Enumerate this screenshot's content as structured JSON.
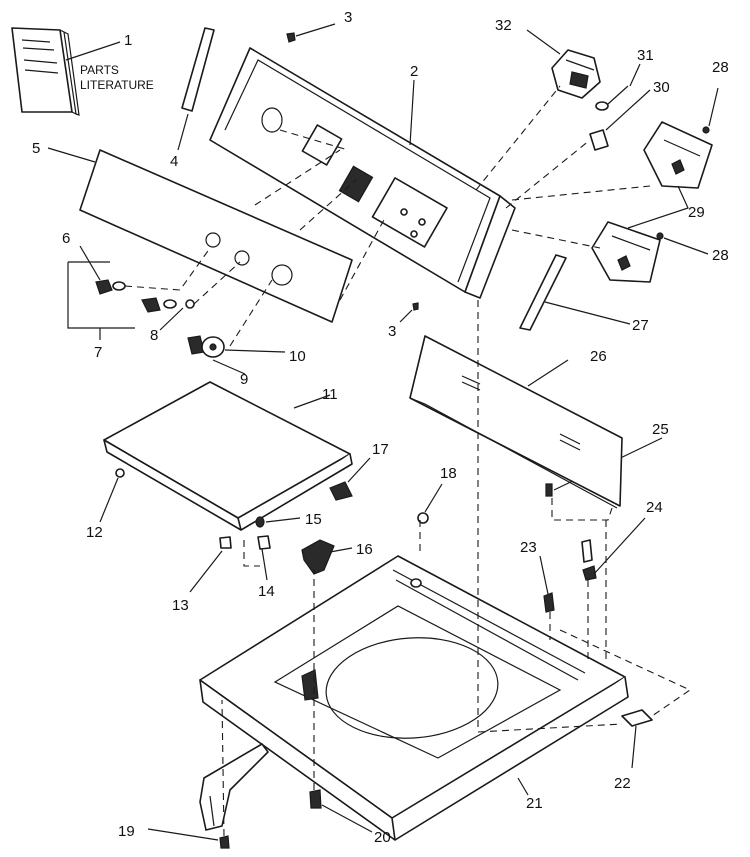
{
  "diagram": {
    "literature_label_line1": "PARTS",
    "literature_label_line2": "LITERATURE",
    "callouts": [
      "1",
      "2",
      "3",
      "3",
      "4",
      "5",
      "6",
      "7",
      "8",
      "9",
      "10",
      "11",
      "12",
      "13",
      "14",
      "15",
      "16",
      "17",
      "18",
      "19",
      "20",
      "21",
      "22",
      "23",
      "24",
      "25",
      "26",
      "27",
      "28",
      "28",
      "29",
      "30",
      "31",
      "32"
    ]
  }
}
